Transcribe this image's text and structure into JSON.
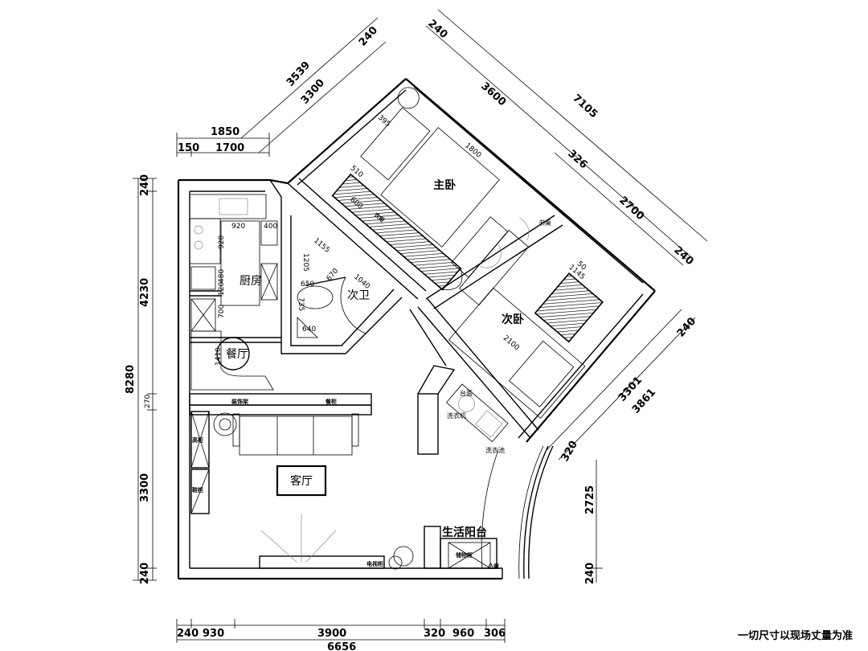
{
  "rooms": {
    "master_bedroom": "主卧",
    "second_bedroom": "次卧",
    "kitchen": "厨房",
    "bathroom": "次卫",
    "dining": "餐厅",
    "living": "客厅",
    "balcony": "生活阳台"
  },
  "furniture": {
    "desk": "书桌",
    "wardrobe": "衣柜",
    "counter": "台面",
    "washer": "洗衣机",
    "wash_basin": "洗衣池",
    "tv_cabinet": "电视柜",
    "storage_cabinet": "储物柜",
    "tall_cabinet": "高柜",
    "shoe_cabinet": "鞋柜",
    "decor_shelf": "装饰架",
    "dining_cabinet": "餐柜",
    "window": "凸窗"
  },
  "interior_dims": {
    "k920a": "920",
    "k400": "400",
    "k920b": "920",
    "k480": "480",
    "k120": "120",
    "k700": "700",
    "d1410": "1410",
    "b1205": "1205",
    "b1155": "1155",
    "b670": "670",
    "b650": "650",
    "b735": "735",
    "b1040": "1040",
    "b640": "640",
    "m1800": "1800",
    "m510": "510",
    "m600": "600",
    "m395": "395",
    "s2100": "2100",
    "s1145": "1145",
    "s50": "50"
  },
  "dimensions": {
    "top_left": {
      "total": "1850",
      "a": "150",
      "b": "1700"
    },
    "upper_left_diag": {
      "outer": "3539",
      "inner": "3300",
      "end": "240"
    },
    "upper_right_diag": {
      "start": "240",
      "seg1": "3600",
      "total": "7105",
      "mid": "326",
      "seg2": "2700",
      "end": "240"
    },
    "right_diag": {
      "start": "240",
      "inner": "3301",
      "outer": "3861",
      "end": "320"
    },
    "left_vertical": {
      "top": "240",
      "seg1": "4230",
      "total": "8280",
      "mid": "270",
      "seg2": "3300",
      "bottom": "240"
    },
    "right_vertical": {
      "seg": "2725",
      "bottom": "240"
    },
    "bottom": {
      "a": "240",
      "b": "930",
      "c": "3900",
      "d": "320",
      "e": "960",
      "f": "306",
      "total": "6656"
    }
  },
  "note": "一切尺寸以现场丈量为准"
}
